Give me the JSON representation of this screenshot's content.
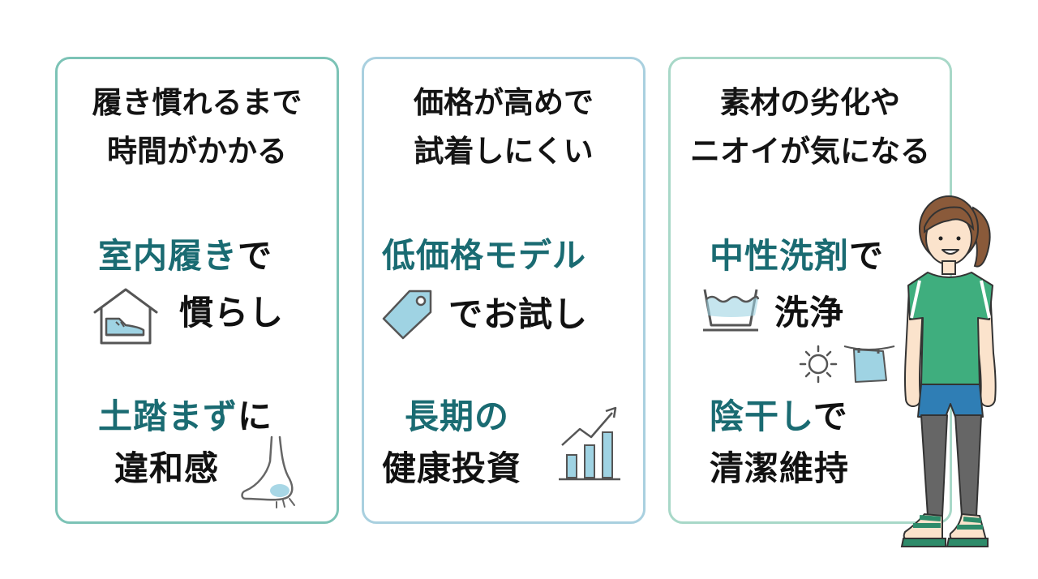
{
  "colors": {
    "accent_text": "#1a6b72",
    "card1_border": "#7cc3b6",
    "card2_border": "#a9d0df",
    "card3_border": "#a8d8c8",
    "icon_fill": "#9fd3e3"
  },
  "cards": [
    {
      "title": [
        "履き慣れるまで",
        "時間がかかる"
      ],
      "tip1": {
        "highlight": "室内履き",
        "rest": "で",
        "line2": "慣らし",
        "icon": "house-with-shoe-icon"
      },
      "tip2": {
        "highlight": "土踏まず",
        "rest": "に",
        "line2": "違和感",
        "icon": "foot-arch-icon"
      }
    },
    {
      "title": [
        "価格が高めで",
        "試着しにくい"
      ],
      "tip1": {
        "highlight": "低価格モデル",
        "rest": "",
        "line2": "でお試し",
        "icon": "price-tag-icon"
      },
      "tip2": {
        "highlight": "長期の",
        "rest": "",
        "line2": "健康投資",
        "icon": "growth-chart-icon"
      }
    },
    {
      "title": [
        "素材の劣化や",
        "ニオイが気になる"
      ],
      "tip1": {
        "highlight": "中性洗剤",
        "rest": "で",
        "line2": "洗浄",
        "icon": "wash-basin-icon"
      },
      "tip2": {
        "highlight": "陰干し",
        "rest": "で",
        "line2": "清潔維持",
        "icon": "sun-drying-icon"
      }
    }
  ],
  "illustration": "woman-in-sandals-illustration"
}
